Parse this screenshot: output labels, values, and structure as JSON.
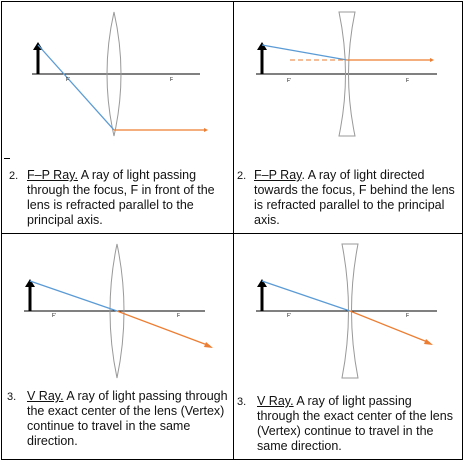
{
  "colors": {
    "incident_ray": "#5b9bd5",
    "refracted_ray": "#ed7d31",
    "lens": "#999999"
  },
  "cells": [
    {
      "number": "2.",
      "title": "F–P Ray.",
      "text": " A ray of light passing through the focus, F in front of the lens is refracted parallel to the principal axis.",
      "focus_left": "F'",
      "focus_right": "F",
      "lens": "convex"
    },
    {
      "number": "2.",
      "title": "F–P Ray",
      "text": ". A ray of light directed towards the focus, F behind the lens is refracted parallel to the principal axis.",
      "focus_left": "F'",
      "focus_right": "F",
      "lens": "concave"
    },
    {
      "number": "3.",
      "title": "V Ray.",
      "text": " A ray of light passing through the exact center of the lens (Vertex) continue to travel in the same direction.",
      "focus_left": "F'",
      "focus_right": "F",
      "lens": "convex"
    },
    {
      "number": "3.",
      "title": "V Ray.",
      "text": " A ray of light passing through the exact center of the lens (Vertex) continue to travel in the same direction.",
      "focus_left": "F'",
      "focus_right": "F",
      "lens": "concave"
    }
  ]
}
